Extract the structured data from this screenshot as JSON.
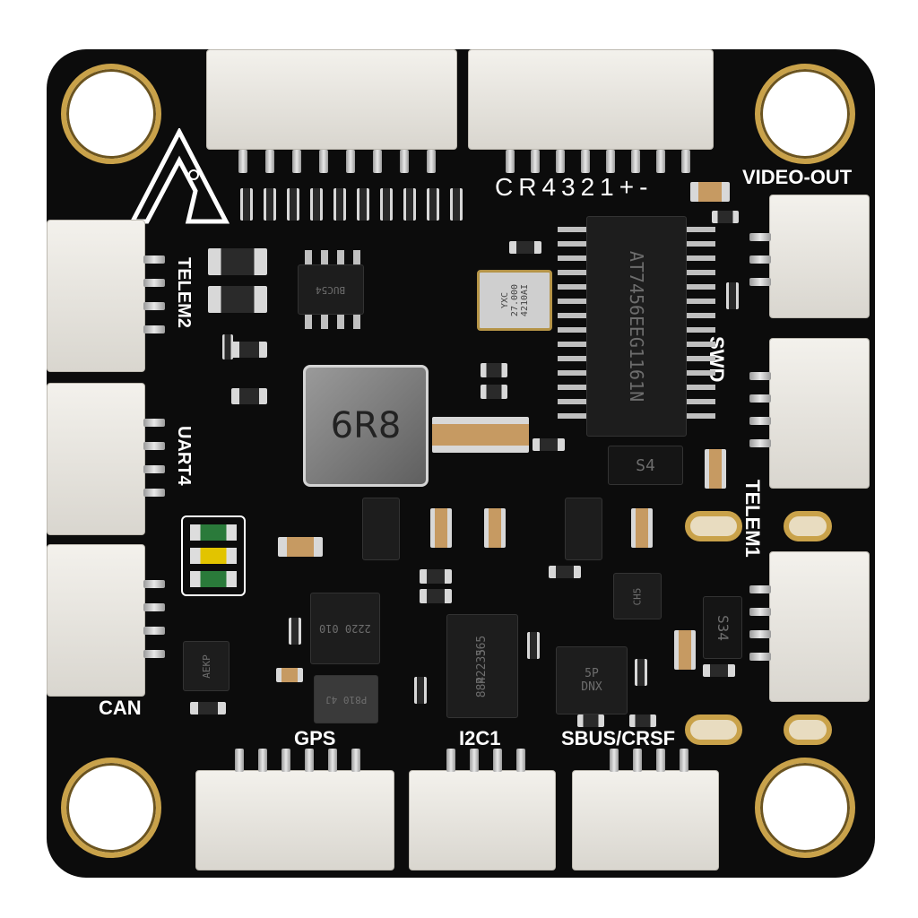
{
  "labels": {
    "board_id": "CR4321+-",
    "video_out": "VIDEO-OUT",
    "swd": "SWD",
    "telem1": "TELEM1",
    "telem2": "TELEM2",
    "uart4": "UART4",
    "can": "CAN",
    "gps": "GPS",
    "i2c1": "I2C1",
    "sbus_crsf": "SBUS/CRSF"
  },
  "chips": {
    "inductor": "6R8",
    "osd_chip_line1": "AT7456E",
    "osd_chip_line2": "EG1161N",
    "crystal_line1": "YXC",
    "crystal_line2": "27.000",
    "crystal_line3": "4210AI",
    "diode_top": "S4",
    "diode_right": "S34",
    "mosfet_left": "BUC54",
    "power_ic_a": "2220 010",
    "power_ic_b": "P810 4J",
    "baro_line1": "365",
    "baro_line2": "P2235",
    "baro_line3": "884",
    "imu_line1": "5P",
    "imu_line2": "DNX",
    "small_ic": "AEKP",
    "tiny_ic": "CH5"
  },
  "colors": {
    "board": "#0c0c0c",
    "gold": "#c9a24a",
    "connector": "#eae7e1",
    "silkscreen": "#ffffff"
  }
}
